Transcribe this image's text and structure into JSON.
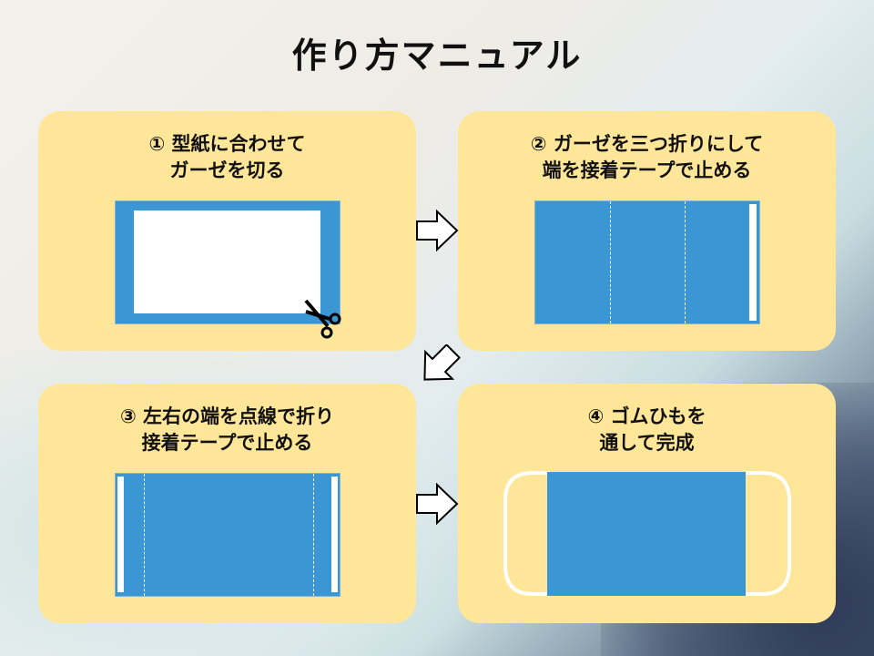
{
  "title": "作り方マニュアル",
  "steps": [
    {
      "line1": "① 型紙に合わせて",
      "line2": "ガーゼを切る"
    },
    {
      "line1": "② ガーゼを三つ折りにして",
      "line2": "端を接着テープで止める"
    },
    {
      "line1": "③ 左右の端を点線で折り",
      "line2": "接着テープで止める"
    },
    {
      "line1": "④ ゴムひもを",
      "line2": "通して完成"
    }
  ],
  "colors": {
    "card": "#ffe699",
    "fabric": "#3a97d3"
  }
}
